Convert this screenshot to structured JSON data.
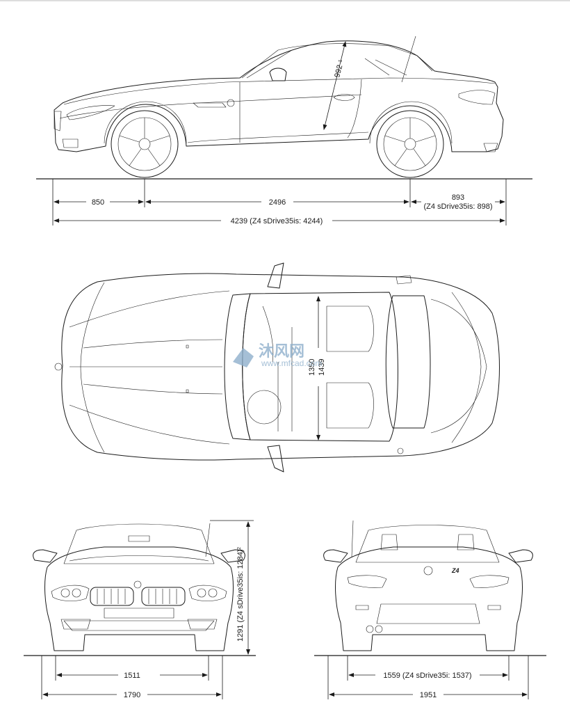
{
  "side_view": {
    "front_overhang": "850",
    "wheelbase": "2496",
    "rear_overhang": "893",
    "rear_overhang_variant": "(Z4 sDrive35is: 898)",
    "overall_length": "4239 (Z4 sDrive35is: 4244)",
    "headroom": "992",
    "headroom_note": "1"
  },
  "top_view": {
    "interior_width_a": "1350",
    "interior_width_b": "1439"
  },
  "front_view": {
    "front_track": "1511",
    "body_width": "1790",
    "height": "1291 (Z4 sDrive35is: 1284)",
    "height_note": "2"
  },
  "rear_view": {
    "rear_track": "1559 (Z4 sDrive35i: 1537)",
    "width_with_mirrors": "1951",
    "badge": "Z4"
  },
  "watermark": {
    "text": "沐风网",
    "url": "www.mfcad.com"
  },
  "colors": {
    "line": "#1a1a1a",
    "watermark": "#8fb0cc"
  }
}
